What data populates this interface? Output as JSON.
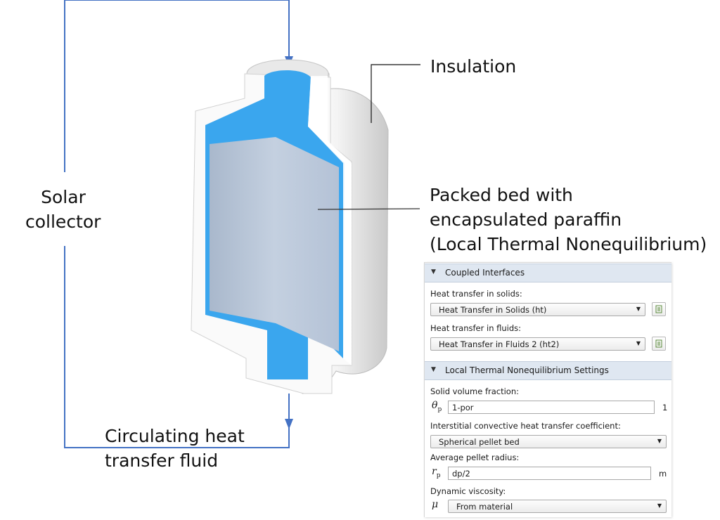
{
  "labels": {
    "insulation": "Insulation",
    "solar_line1": "Solar",
    "solar_line2": "collector",
    "packed_line1": "Packed bed with",
    "packed_line2": "encapsulated paraffin",
    "packed_line3": "(Local Thermal Nonequilibrium)",
    "fluid_line1": "Circulating heat",
    "fluid_line2": "transfer fluid"
  },
  "colors": {
    "loop_line": "#4472c4",
    "fluid": "#3aa6ee",
    "packed_bed": "#b8c6d8",
    "insulation_wall": "#efefef",
    "panel_header": "#dfe7f1"
  },
  "panel": {
    "coupled": {
      "header": "Coupled Interfaces",
      "solids_label": "Heat transfer in solids:",
      "solids_value": "Heat Transfer in Solids (ht)",
      "fluids_label": "Heat transfer in fluids:",
      "fluids_value": "Heat Transfer in Fluids 2 (ht2)",
      "goto_icon": "go-to-source-icon"
    },
    "ltne": {
      "header": "Local Thermal Nonequilibrium Settings",
      "svf_label": "Solid volume fraction:",
      "svf_symbol": "θ",
      "svf_symbol_sub": "p",
      "svf_value": "1-por",
      "svf_unit": "1",
      "htc_label": "Interstitial convective heat transfer coefficient:",
      "htc_value": "Spherical pellet bed",
      "radius_label": "Average pellet radius:",
      "radius_symbol": "r",
      "radius_symbol_sub": "p",
      "radius_value": "dp/2",
      "radius_unit": "m",
      "visc_label": "Dynamic viscosity:",
      "visc_symbol": "μ",
      "visc_value": "From material"
    }
  }
}
